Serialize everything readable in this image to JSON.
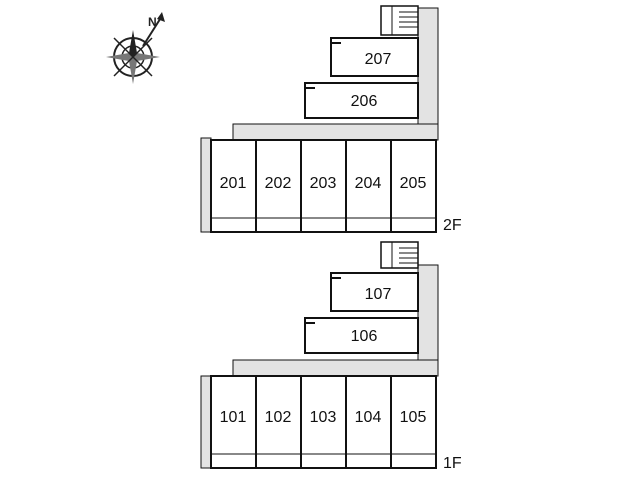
{
  "compass": {
    "north_label": "N",
    "icon": "compass-rose-icon"
  },
  "floors": [
    {
      "label": "2F",
      "front_rooms": [
        "201",
        "202",
        "203",
        "204",
        "205"
      ],
      "rear_rooms": [
        "206",
        "207"
      ],
      "has_stair": true
    },
    {
      "label": "1F",
      "front_rooms": [
        "101",
        "102",
        "103",
        "104",
        "105"
      ],
      "rear_rooms": [
        "106",
        "107"
      ],
      "has_stair": true
    }
  ],
  "colors": {
    "walkway": "#e3e3e3",
    "line": "#111111",
    "room_fill": "#ffffff"
  }
}
